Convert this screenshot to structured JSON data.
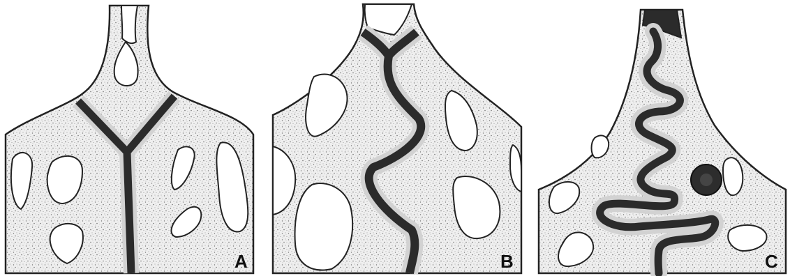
{
  "panels": [
    {
      "label": "A"
    },
    {
      "label": "B"
    },
    {
      "label": "C"
    }
  ],
  "colors": {
    "bone": "#efefef",
    "stipple": "#6f6f6f",
    "channel": "#2b2b2b",
    "outline": "#222222",
    "cavity": "#ffffff"
  }
}
